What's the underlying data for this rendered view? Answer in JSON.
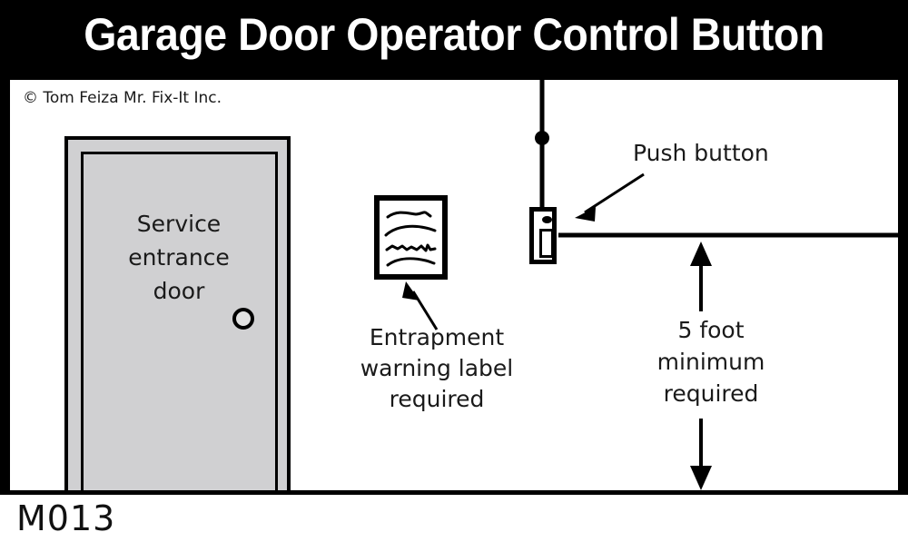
{
  "header": {
    "title": "Garage Door Operator Control Button"
  },
  "canvas": {
    "copyright": "© Tom Feiza Mr. Fix-It Inc."
  },
  "door": {
    "label_line1": "Service",
    "label_line2": "entrance",
    "label_line3": "door",
    "knob_name": "door-knob",
    "fill_color": "#d0d0d2",
    "stroke_color": "#000000"
  },
  "warning_label": {
    "name": "entrapment-warning-label",
    "squiggle_count": 4,
    "caption_line1": "Entrapment",
    "caption_line2": "warning label",
    "caption_line3": "required"
  },
  "push_button": {
    "name": "push-button",
    "caption": "Push button"
  },
  "dimension": {
    "name": "height-dimension",
    "line1": "5 foot",
    "line2": "minimum",
    "line3": "required"
  },
  "footer": {
    "code": "M013"
  },
  "colors": {
    "background": "#ffffff",
    "ink": "#000000",
    "title_text": "#ffffff",
    "title_bar": "#000000",
    "door_gray": "#d0d0d2"
  }
}
